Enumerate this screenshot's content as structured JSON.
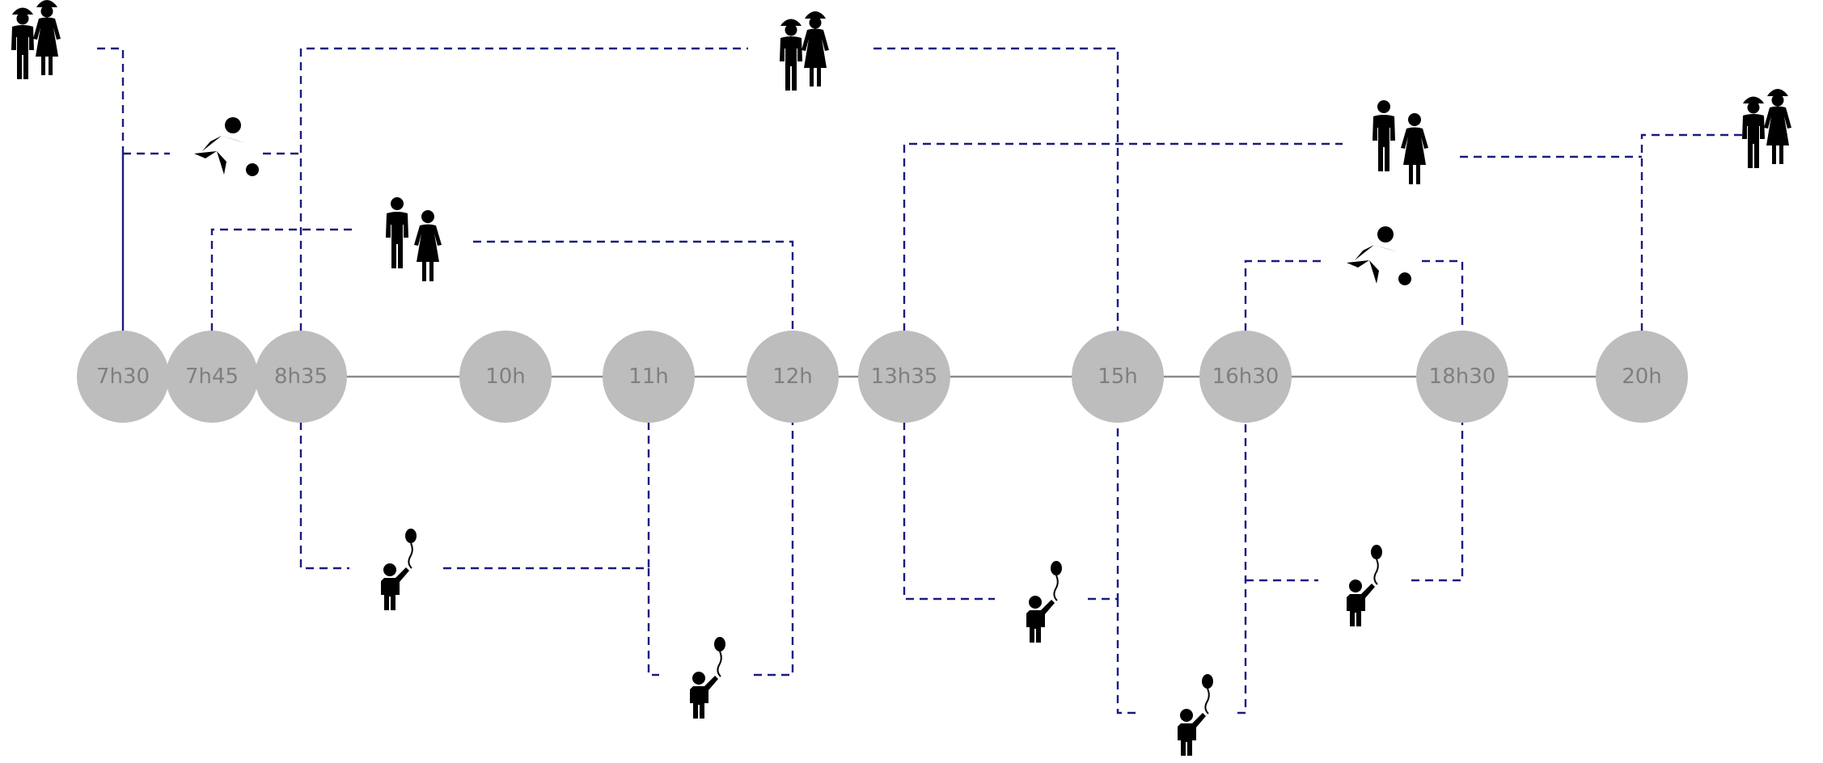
{
  "timeline": {
    "nodes": [
      {
        "id": "n0730",
        "label": "7h30"
      },
      {
        "id": "n0745",
        "label": "7h45"
      },
      {
        "id": "n0835",
        "label": "8h35"
      },
      {
        "id": "n1000",
        "label": "10h"
      },
      {
        "id": "n1100",
        "label": "11h"
      },
      {
        "id": "n1200",
        "label": "12h"
      },
      {
        "id": "n1335",
        "label": "13h35"
      },
      {
        "id": "n1500",
        "label": "15h"
      },
      {
        "id": "n1630",
        "label": "16h30"
      },
      {
        "id": "n1830",
        "label": "18h30"
      },
      {
        "id": "n2000",
        "label": "20h"
      }
    ]
  },
  "colors": {
    "node_fill": "#bdbdbd",
    "node_text": "#7f7f7f",
    "axis_line": "#8a8a8a",
    "connector": "#1a1a80",
    "icon": "#000000"
  },
  "icons": [
    {
      "type": "worker-couple-icon"
    },
    {
      "type": "soccer-player-icon"
    },
    {
      "type": "couple-icon"
    },
    {
      "type": "child-balloon-icon"
    }
  ]
}
